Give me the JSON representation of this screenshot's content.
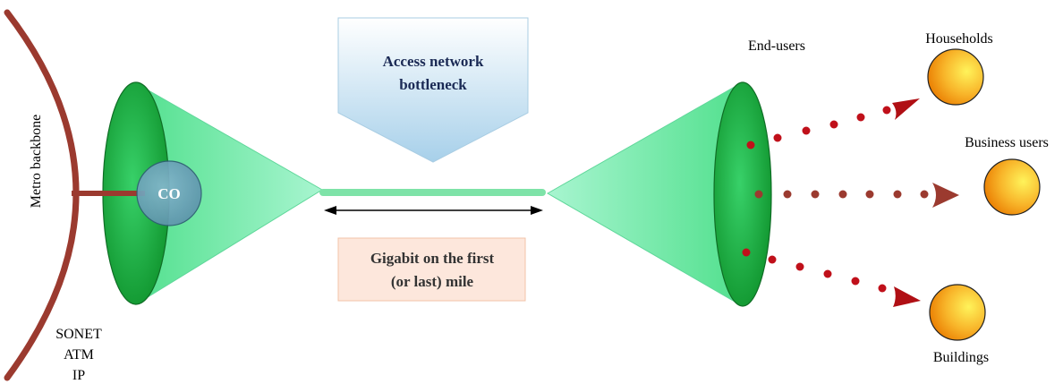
{
  "backbone": {
    "label": "Metro backbone",
    "protocols": [
      "SONET",
      "ATM",
      "IP"
    ]
  },
  "central_office": {
    "label": "CO"
  },
  "bottleneck": {
    "line1": "Access network",
    "line2": "bottleneck"
  },
  "link": {
    "line1": "Gigabit on the first",
    "line2": "(or last) mile"
  },
  "end_users": {
    "label": "End-users"
  },
  "destinations": {
    "households": "Households",
    "business": "Business users",
    "buildings": "Buildings"
  },
  "colors": {
    "backbone": "#9b3a2f",
    "cone_dark": "#1aa83e",
    "cone_light": "#7ff0b6",
    "co_fill": "#6fa6bf",
    "dots": "#c0101a",
    "business_dots": "#9b3a2f",
    "sun_outer": "#ef8a00",
    "sun_inner": "#ffe14a",
    "callout_top": "#ffffff",
    "callout_bottom": "#a7d0ea",
    "link_box": "#fde7dc"
  }
}
